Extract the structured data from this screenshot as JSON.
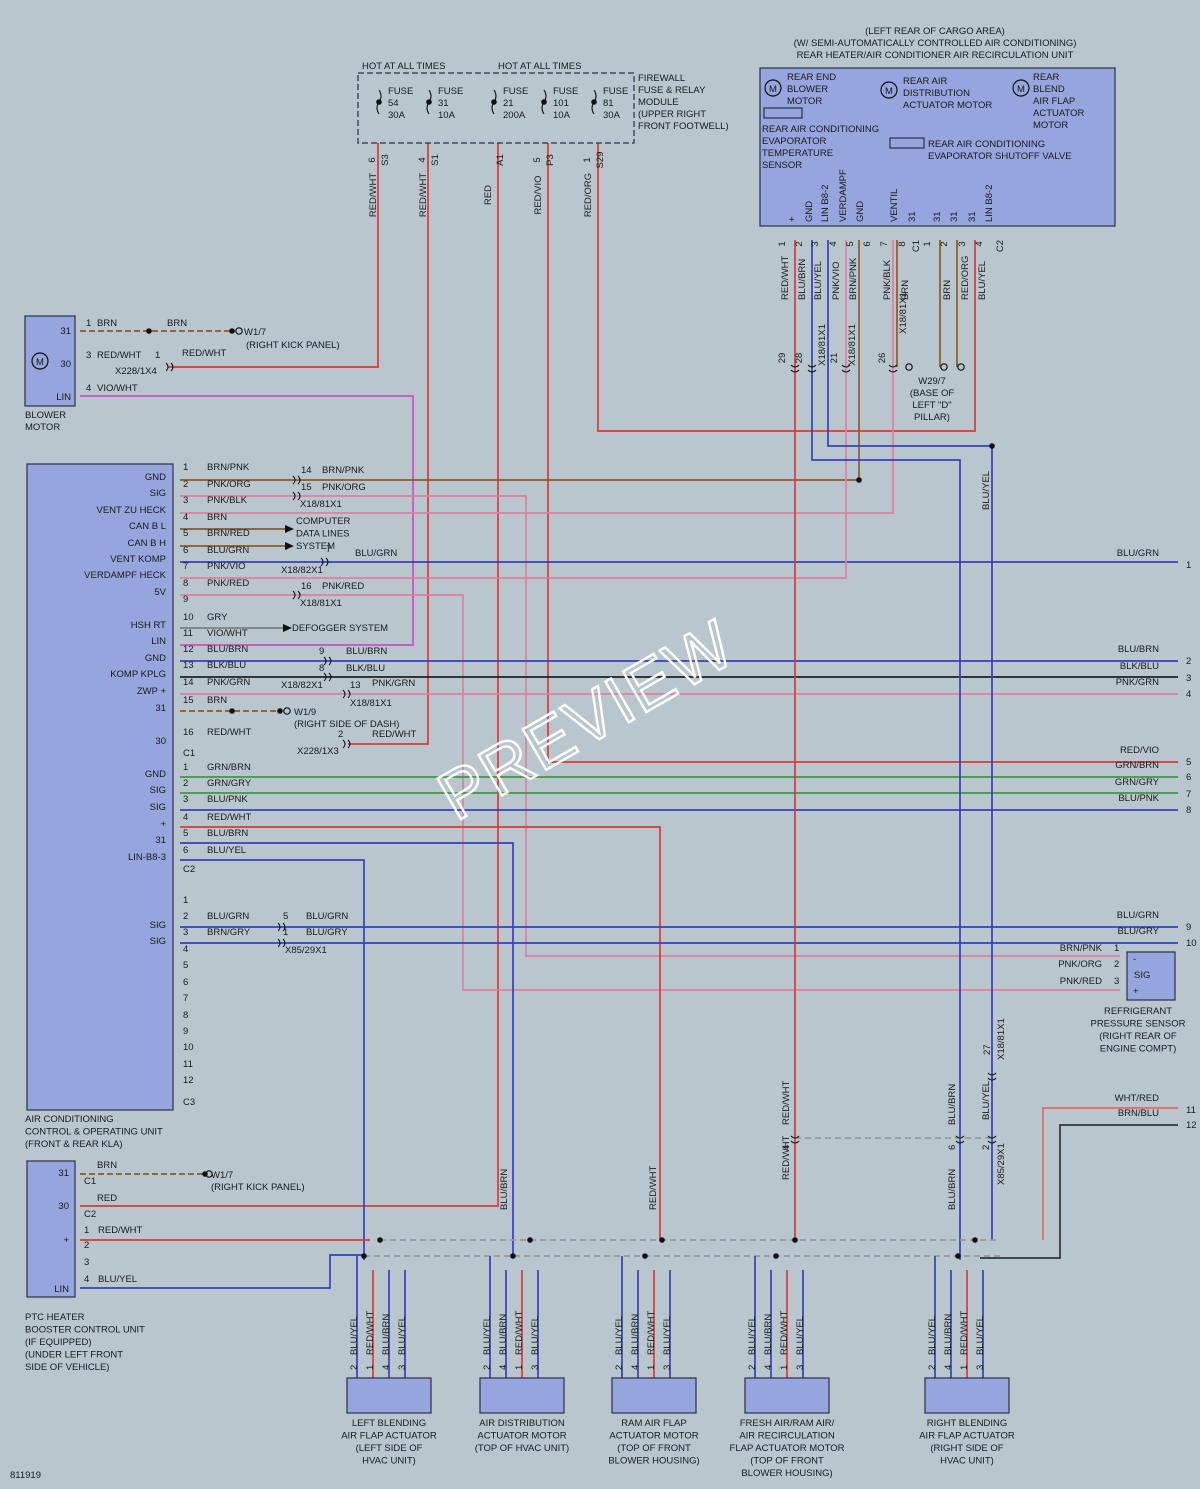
{
  "diagram_id": "811919",
  "watermark": "PREVIEW",
  "colors": {
    "RED": "#d83a3a",
    "BRN": "#8a5a2b",
    "BLU": "#3840b8",
    "VIO": "#c653c6",
    "GRN": "#3a9a3a",
    "GRY": "#7f7f7f",
    "PNK": "#e07fa0",
    "ORG": "#e08a2a",
    "WHT": "#f4f4f4",
    "YEL": "#e0d040",
    "BLK": "#202020"
  },
  "header": {
    "hot1": "HOT AT ALL TIMES",
    "hot2": "HOT AT ALL TIMES",
    "fuses": [
      {
        "label": "FUSE",
        "num": "54",
        "amp": "30A",
        "pin": "6",
        "term": "S3"
      },
      {
        "label": "FUSE",
        "num": "31",
        "amp": "10A",
        "pin": "4",
        "term": "S1"
      },
      {
        "label": "FUSE",
        "num": "21",
        "amp": "200A",
        "pin": "",
        "term": "A1"
      },
      {
        "label": "FUSE",
        "num": "101",
        "amp": "10A",
        "pin": "5",
        "term": "P3"
      },
      {
        "label": "FUSE",
        "num": "81",
        "amp": "30A",
        "pin": "1",
        "term": "S29"
      }
    ],
    "module_lines": [
      "FIREWALL",
      "FUSE & RELAY",
      "MODULE",
      "(UPPER RIGHT",
      "FRONT FOOTWELL)"
    ],
    "wire_colors": [
      "RED/WHT",
      "RED/WHT",
      "RED",
      "RED/VIO",
      "RED/ORG"
    ]
  },
  "rear_unit": {
    "title_lines": [
      "(LEFT REAR OF CARGO AREA)",
      "(W/ SEMI-AUTOMATICALLY CONTROLLED AIR CONDITIONING)",
      "REAR HEATER/AIR CONDITIONER AIR RECIRCULATION UNIT"
    ],
    "motor1": [
      "REAR END",
      "BLOWER",
      "MOTOR"
    ],
    "motor2": [
      "REAR AIR",
      "DISTRIBUTION",
      "ACTUATOR MOTOR"
    ],
    "motor3": [
      "REAR",
      "BLEND",
      "AIR FLAP",
      "ACTUATOR",
      "MOTOR"
    ],
    "sensor": [
      "REAR AIR CONDITIONING",
      "EVAPORATOR",
      "TEMPERATURE",
      "SENSOR"
    ],
    "valve": [
      "REAR AIR CONDITIONING",
      "EVAPORATOR SHUTOFF VALVE"
    ],
    "pin_labels": [
      "+",
      "GND",
      "LIN B8-2",
      "VERDAMPF",
      "GND",
      "VENTIL",
      "31",
      "31",
      "31",
      "31",
      "LIN B8-2"
    ],
    "pins": [
      "1",
      "2",
      "3",
      "4",
      "5",
      "6",
      "7",
      "8",
      "1",
      "2",
      "3",
      "4"
    ],
    "conns": [
      "C1",
      "C2"
    ],
    "wire_colors": [
      "RED/WHT",
      "BLU/BRN",
      "BLU/YEL",
      "PNK/VIO",
      "BRN/PNK",
      "PNK/BLK",
      "BRN",
      "BRN",
      "RED/ORG",
      "BLU/YEL"
    ],
    "x18": "X18/81X1",
    "x18_pins": [
      "29",
      "28",
      "21",
      "26"
    ],
    "ground": [
      "W29/7",
      "(BASE OF",
      "LEFT \"D\"",
      "PILLAR)"
    ]
  },
  "blower": {
    "name": [
      "BLOWER",
      "MOTOR"
    ],
    "pins": [
      "31",
      "30",
      "LIN"
    ],
    "m": "M",
    "w1": {
      "num": "1",
      "color": "BRN",
      "color2": "BRN",
      "ground": "W1/7",
      "ground_loc": "(RIGHT KICK PANEL)"
    },
    "w2": {
      "num": "3",
      "color": "RED/WHT",
      "num2": "1",
      "color2": "RED/WHT",
      "conn": "X228/1X4"
    },
    "w3": {
      "num": "4",
      "color": "VIO/WHT"
    }
  },
  "acu": {
    "name": [
      "AIR CONDITIONING",
      "CONTROL & OPERATING UNIT",
      "(FRONT & REAR KLA)"
    ],
    "c1_labels": [
      "GND",
      "SIG",
      "VENT ZU HECK",
      "CAN B L",
      "CAN B H",
      "VENT KOMP",
      "VERDAMPF HECK",
      "5V",
      "HSH RT",
      "LIN",
      "GND",
      "KOMP KPLG",
      "ZWP +",
      "31",
      "30"
    ],
    "c1_pins": [
      "1",
      "2",
      "3",
      "4",
      "5",
      "6",
      "7",
      "8",
      "9",
      "10",
      "11",
      "12",
      "13",
      "14",
      "15",
      "16"
    ],
    "c1_colors": [
      "BRN/PNK",
      "PNK/ORG",
      "PNK/BLK",
      "BRN",
      "BRN/RED",
      "BLU/GRN",
      "PNK/VIO",
      "PNK/RED",
      "",
      "GRY",
      "VIO/WHT",
      "BLU/BRN",
      "BLK/BLU",
      "PNK/GRN",
      "BRN",
      "RED/WHT"
    ],
    "c2_labels": [
      "GND",
      "SIG",
      "SIG",
      "+",
      "31",
      "LIN-B8-3"
    ],
    "c2_pins": [
      "1",
      "2",
      "3",
      "4",
      "5",
      "6"
    ],
    "c2_colors": [
      "GRN/BRN",
      "GRN/GRY",
      "BLU/PNK",
      "RED/WHT",
      "BLU/BRN",
      "BLU/YEL"
    ],
    "c3_labels": [
      "SIG",
      "SIG"
    ],
    "c3_pins": [
      "1",
      "2",
      "3",
      "4",
      "5",
      "6",
      "7",
      "8",
      "9",
      "10",
      "11",
      "12"
    ],
    "c3_colors": [
      "BLU/GRN",
      "BRN/GRY"
    ],
    "conns": [
      "C1",
      "C2",
      "C3"
    ],
    "computer": [
      "COMPUTER",
      "DATA LINES",
      "SYSTEM"
    ],
    "defogger": "DEFOGGER SYSTEM",
    "w19": {
      "ground": "W1/9",
      "loc": "(RIGHT SIDE OF DASH)"
    },
    "x18_1": "X18/81X1",
    "x18_2": "X18/82X1",
    "x228": "X228/1X3",
    "x85": "X85/29X1",
    "splice_nums": [
      "14",
      "15",
      "16",
      "7",
      "9",
      "8",
      "13",
      "2",
      "5",
      "1"
    ],
    "splice_colors": [
      "BRN/PNK",
      "PNK/ORG",
      "PNK/RED",
      "BLU/GRN",
      "BLU/BRN",
      "BLK/BLU",
      "PNK/GRN",
      "RED/WHT",
      "BLU/GRN",
      "BLU/GRY"
    ]
  },
  "right_outputs": [
    {
      "color": "BLU/GRN",
      "num": "1"
    },
    {
      "color": "BLU/BRN",
      "num": "2"
    },
    {
      "color": "BLK/BLU",
      "num": "3"
    },
    {
      "color": "PNK/GRN",
      "num": "4"
    },
    {
      "color": "RED/VIO",
      "num": "5"
    },
    {
      "color": "GRN/BRN",
      "num": "6"
    },
    {
      "color": "GRN/GRY",
      "num": "7"
    },
    {
      "color": "BLU/PNK",
      "num": "8"
    },
    {
      "color": "BLU/GRN",
      "num": "9"
    },
    {
      "color": "BLU/GRY",
      "num": "10"
    },
    {
      "color": "WHT/RED",
      "num": "11"
    },
    {
      "color": "BRN/BLU",
      "num": "12"
    }
  ],
  "refrigerant": {
    "name": [
      "REFRIGERANT",
      "PRESSURE SENSOR",
      "(RIGHT REAR OF",
      "ENGINE COMPT)"
    ],
    "colors": [
      "BRN/PNK",
      "PNK/ORG",
      "PNK/RED"
    ],
    "pins": [
      "1",
      "2",
      "3"
    ],
    "sig": "SIG",
    "minus": "-",
    "plus": "+"
  },
  "mid": {
    "bluyel": "BLU/YEL",
    "x18": "X18/81X1",
    "x18_pin": "27",
    "redwht": "RED/WHT",
    "bluybrn": "BLU/BRN",
    "x85": "X85/29X1",
    "pins": [
      "4",
      "6",
      "2"
    ]
  },
  "ptc": {
    "name": [
      "PTC HEATER",
      "BOOSTER CONTROL UNIT",
      "(IF EQUIPPED)",
      "(UNDER LEFT FRONT",
      "SIDE OF VEHICLE)"
    ],
    "pins": [
      "31",
      "30",
      "+",
      "LIN"
    ],
    "conns": [
      "C1",
      "C2"
    ],
    "w31": {
      "color": "BRN",
      "ground": "W1/7",
      "loc": "(RIGHT KICK PANEL)"
    },
    "w30": {
      "color": "RED"
    },
    "pin_nums": [
      "1",
      "2",
      "3",
      "4"
    ],
    "c_colors": [
      "RED/WHT",
      "BLU/YEL"
    ],
    "bluybrn": "BLU/BRN",
    "redwht": "RED/WHT"
  },
  "actuators": [
    {
      "name": [
        "LEFT BLENDING",
        "AIR FLAP ACTUATOR",
        "(LEFT SIDE OF",
        "HVAC UNIT)"
      ],
      "pins": [
        "2",
        "1",
        "4",
        "3"
      ],
      "colors": [
        "BLU/YEL",
        "RED/WHT",
        "BLU/BRN",
        "BLU/YEL"
      ]
    },
    {
      "name": [
        "AIR DISTRIBUTION",
        "ACTUATOR MOTOR",
        "(TOP OF HVAC UNIT)"
      ],
      "pins": [
        "2",
        "4",
        "1",
        "3"
      ],
      "colors": [
        "BLU/YEL",
        "BLU/BRN",
        "RED/WHT",
        "BLU/YEL"
      ]
    },
    {
      "name": [
        "RAM AIR FLAP",
        "ACTUATOR MOTOR",
        "(TOP OF FRONT",
        "BLOWER HOUSING)"
      ],
      "pins": [
        "2",
        "4",
        "1",
        "3"
      ],
      "colors": [
        "BLU/YEL",
        "BLU/BRN",
        "RED/WHT",
        "BLU/YEL"
      ]
    },
    {
      "name": [
        "FRESH AIR/RAM AIR/",
        "AIR RECIRCULATION",
        "FLAP ACTUATOR MOTOR",
        "(TOP OF FRONT",
        "BLOWER HOUSING)"
      ],
      "pins": [
        "2",
        "4",
        "1",
        "3"
      ],
      "colors": [
        "BLU/YEL",
        "BLU/BRN",
        "RED/WHT",
        "BLU/YEL"
      ]
    },
    {
      "name": [
        "RIGHT BLENDING",
        "AIR FLAP ACTUATOR",
        "(RIGHT SIDE OF",
        "HVAC UNIT)"
      ],
      "pins": [
        "2",
        "4",
        "1",
        "3"
      ],
      "colors": [
        "BLU/YEL",
        "BLU/BRN",
        "RED/WHT",
        "BLU/YEL"
      ]
    }
  ]
}
